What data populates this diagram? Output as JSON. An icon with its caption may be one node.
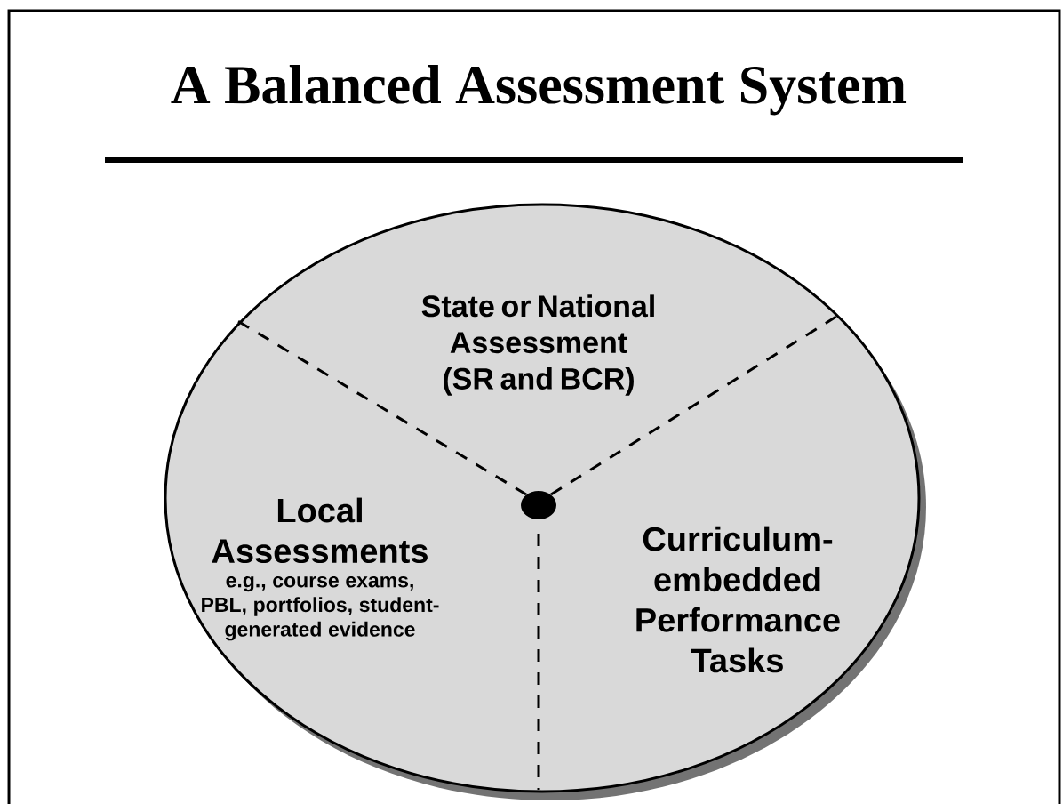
{
  "diagram": {
    "title": "A Balanced Assessment System",
    "nodes": [
      {
        "text": [],
        "shape": "ellipse"
      },
      {
        "text": [
          "State or National Assessment (SR and BCR)"
        ],
        "in": 0
      },
      {
        "text": [
          "Local Assessments",
          "e.g., course exams, PBL, portfolios, student-generated evidence"
        ],
        "in": 0
      },
      {
        "text": [
          "Curriculum-embedded Performance Tasks"
        ],
        "in": 0
      }
    ]
  }
}
